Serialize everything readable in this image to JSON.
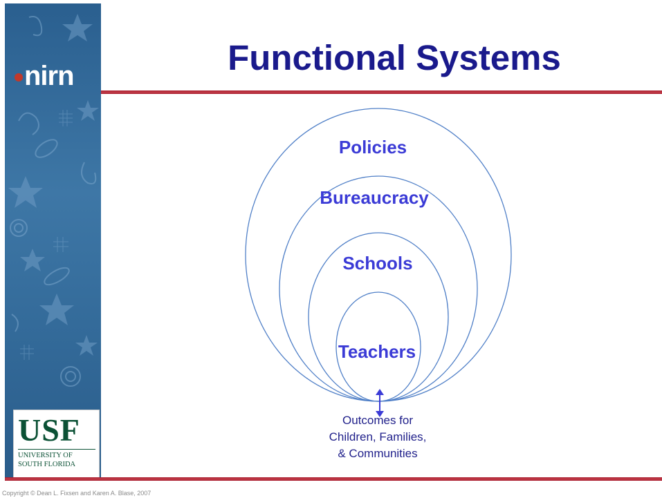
{
  "slide": {
    "title": "Functional Systems",
    "copyright": "Copyright © Dean L. Fixsen and Karen A. Blase, 2007"
  },
  "logos": {
    "nirn": "nirn",
    "usf": "USF",
    "usf_line1": "UNIVERSITY OF",
    "usf_line2": "SOUTH FLORIDA"
  },
  "diagram": {
    "circles": [
      "Policies",
      "Bureaucracy",
      "Schools",
      "Teachers"
    ],
    "outcomes": [
      "Outcomes for",
      "Children, Families,",
      "& Communities"
    ]
  },
  "colors": {
    "title": "#1a1a8c",
    "label": "#3b3bd6",
    "circle_stroke": "#4f7fc7",
    "arrow": "#3b3bd6",
    "rule": "#b22a38",
    "sidebar": "#336a99"
  }
}
